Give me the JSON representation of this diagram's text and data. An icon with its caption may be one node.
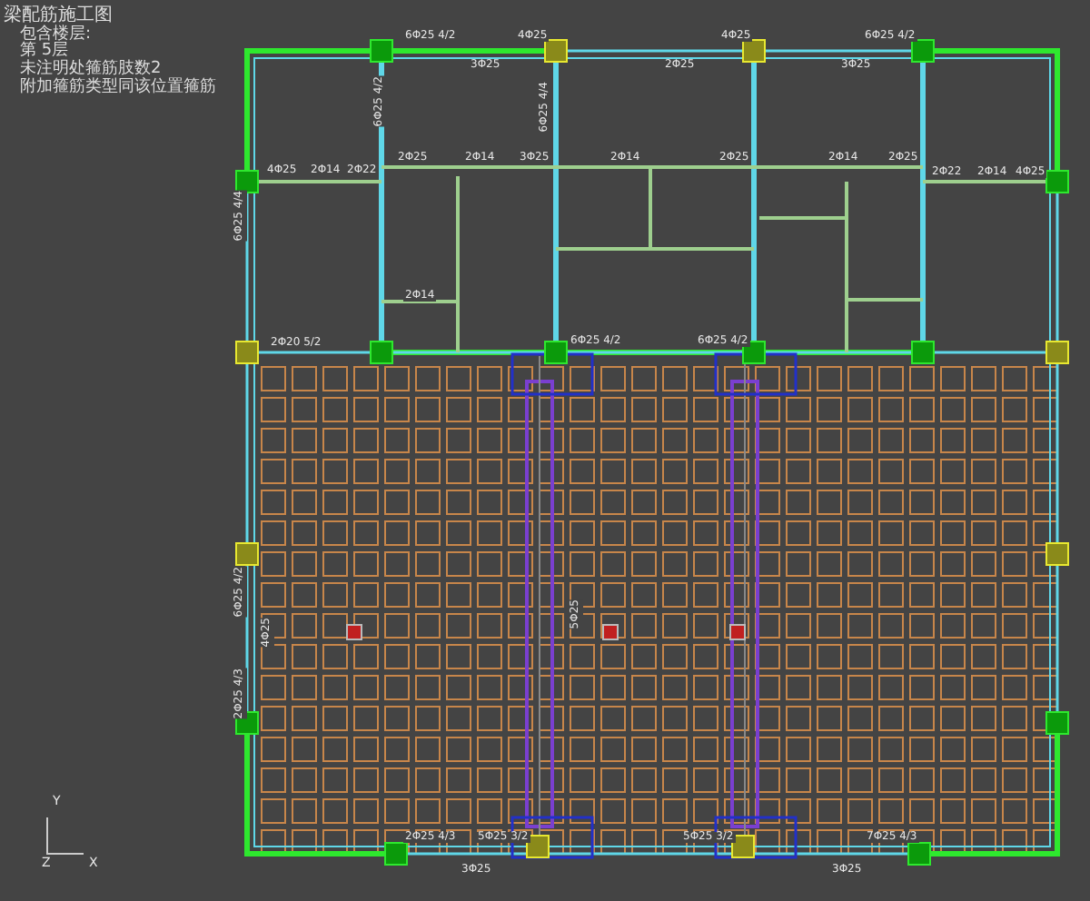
{
  "diagram": {
    "title": "梁配筋施工图",
    "labels": [
      "包含楼层:",
      "第 5层",
      "未注明处箍筋肢数2",
      "附加箍筋类型同该位置箍筋",
      "6Φ25 4/2",
      "4Φ25",
      "3Φ25",
      "2Φ25",
      "4Φ25",
      "6Φ25 4/2",
      "3Φ25",
      "4Φ25",
      "2Φ14",
      "2Φ22",
      "2Φ25",
      "2Φ14",
      "3Φ25",
      "2Φ14",
      "2Φ25",
      "2Φ14",
      "2Φ25",
      "2Φ22",
      "2Φ14",
      "4Φ25",
      "2Φ14",
      "2Φ20 5/2",
      "6Φ25 4/2",
      "6Φ25 4/2",
      "2Φ25 4/3",
      "5Φ25 3/2",
      "5Φ25 3/2",
      "7Φ25 4/3",
      "3Φ25",
      "3Φ25",
      "6Φ25 4/4",
      "6Φ25 4/2",
      "2Φ25 4/3",
      "4Φ25",
      "6Φ25 4/2",
      "6Φ25 4/4",
      "5Φ25",
      "Y",
      "Z",
      "X"
    ]
  }
}
